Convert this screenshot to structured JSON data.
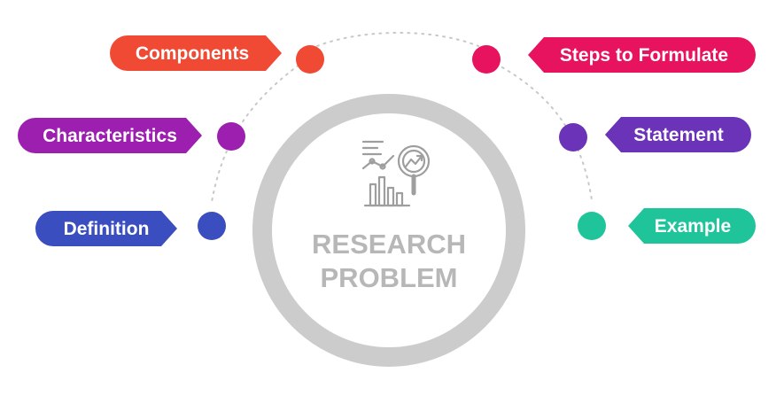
{
  "center": {
    "line1": "RESEARCH",
    "line2": "PROBLEM",
    "ring_color": "#cccccc",
    "text_color": "#b7b7b7",
    "icon": "research-analytics-magnifier-icon"
  },
  "labels": {
    "components": {
      "text": "Components",
      "color": "#f04a34"
    },
    "characteristics": {
      "text": "Characteristics",
      "color": "#9c1fb0"
    },
    "definition": {
      "text": "Definition",
      "color": "#3b4ec0"
    },
    "steps": {
      "text": "Steps to Formulate",
      "color": "#e8135e"
    },
    "statement": {
      "text": "Statement",
      "color": "#6a33b8"
    },
    "example": {
      "text": "Example",
      "color": "#1fc49a"
    }
  },
  "connector_color": "#c8c8c8"
}
